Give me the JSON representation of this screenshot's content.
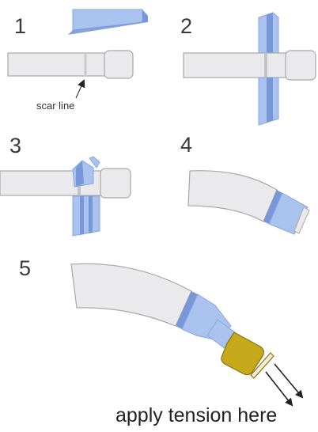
{
  "steps": {
    "s1": "1",
    "s2": "2",
    "s3": "3",
    "s4": "4",
    "s5": "5"
  },
  "labels": {
    "scar_line": "scar line",
    "tension": "apply tension here"
  },
  "colors": {
    "tube_fill": "#eaeaec",
    "tube_stroke": "#a9a9ab",
    "tape_fill": "#a9c3ee",
    "tape_dark": "#7797d8",
    "tape_stroke": "#8aa6de",
    "connector_fill": "#c6a91b",
    "connector_stroke": "#8a7412",
    "arrow": "#222222"
  }
}
